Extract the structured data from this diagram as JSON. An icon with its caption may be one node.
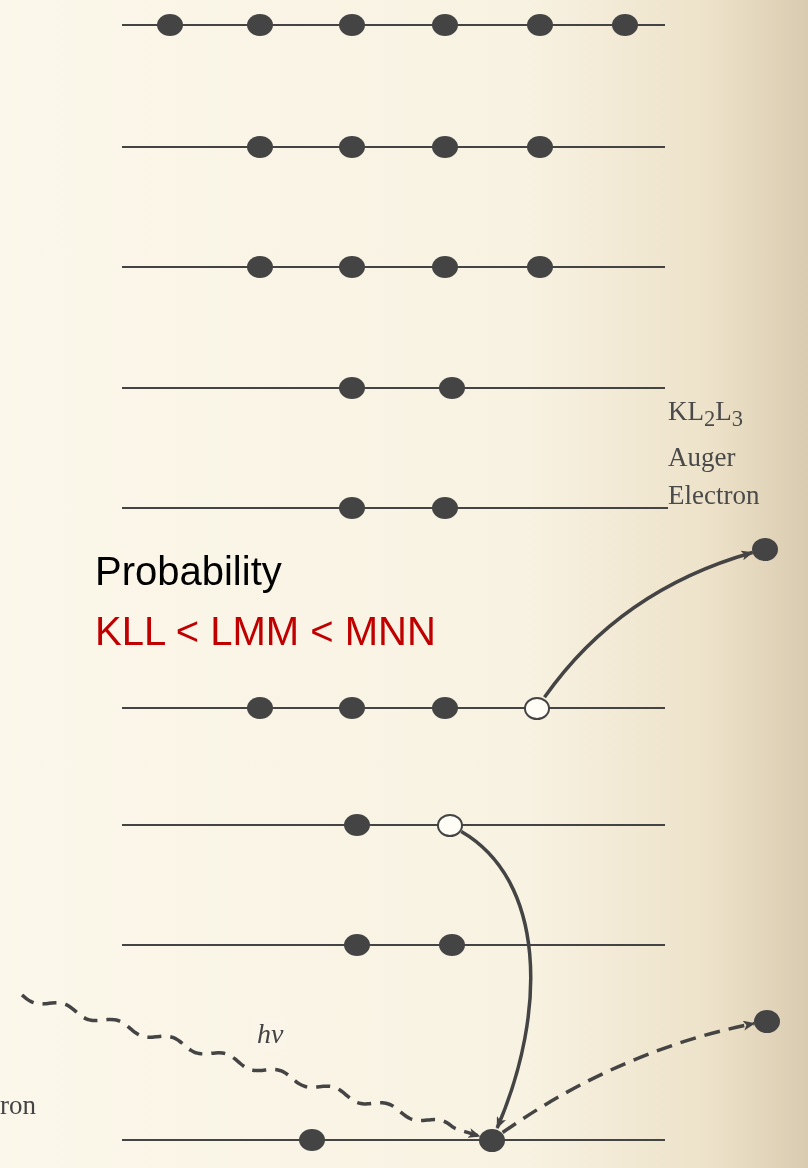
{
  "diagram": {
    "nodes": [
      {
        "text": [],
        "shape": "circle"
      },
      {
        "text": [],
        "shape": "circle",
        "beside": [
          "KL$_{2}$L$_{3}$ Auger Electron"
        ]
      },
      {
        "text": [],
        "shape": "circle"
      },
      {
        "text": [],
        "shape": "circle"
      },
      {
        "text": [],
        "shape": "circle"
      }
    ],
    "edges": [
      {
        "from": 0,
        "to": 1,
        "arrow": "to"
      },
      {
        "from": 2,
        "to": 3,
        "arrow": "to"
      },
      {
        "from": null,
        "to": 3,
        "arrow": "to",
        "label": "hν",
        "style": "dashed"
      },
      {
        "from": 3,
        "to": 4,
        "arrow": "to",
        "style": "dashed"
      }
    ],
    "labels": [
      "Probability",
      "KLL < LMM < MNN",
      "ron"
    ]
  }
}
